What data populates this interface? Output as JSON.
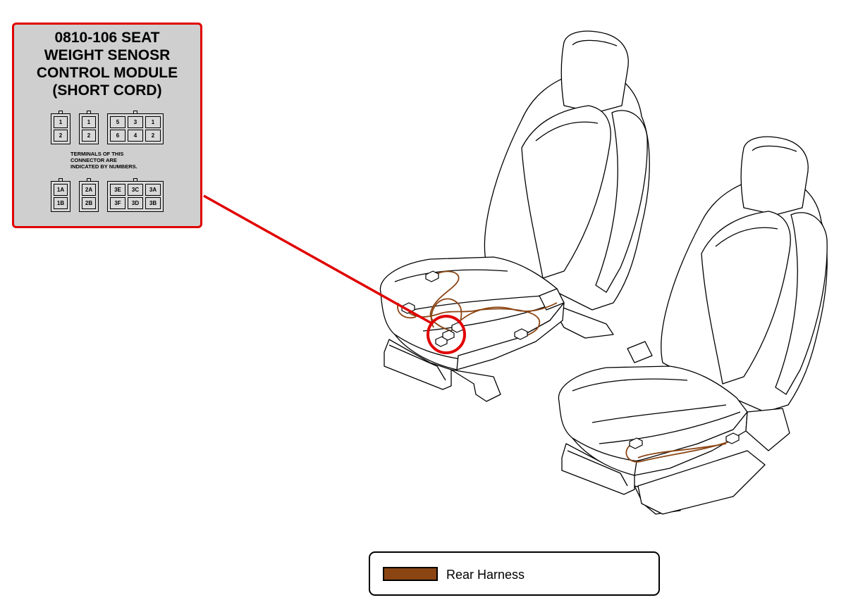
{
  "callout": {
    "title_lines": [
      "0810-106 SEAT",
      "WEIGHT SENOSR",
      "CONTROL MODULE",
      "(SHORT CORD)"
    ],
    "highlight_color": "#e00000"
  },
  "connectors_top": {
    "c1": [
      "1",
      "2"
    ],
    "c2": [
      "1",
      "2"
    ],
    "c3": [
      "5",
      "3",
      "1",
      "6",
      "4",
      "2"
    ]
  },
  "note_lines": [
    "TERMINALS OF THIS",
    "CONNECTOR ARE",
    "INDICATED BY NUMBERS."
  ],
  "connectors_bottom": {
    "c1": [
      "1A",
      "1B"
    ],
    "c2": [
      "2A",
      "2B"
    ],
    "c3": [
      "3E",
      "3C",
      "3A",
      "3F",
      "3D",
      "3B"
    ]
  },
  "legend": {
    "label": "Rear Harness",
    "swatch_color": "#8b4513"
  },
  "harness_color": "#8b4513"
}
